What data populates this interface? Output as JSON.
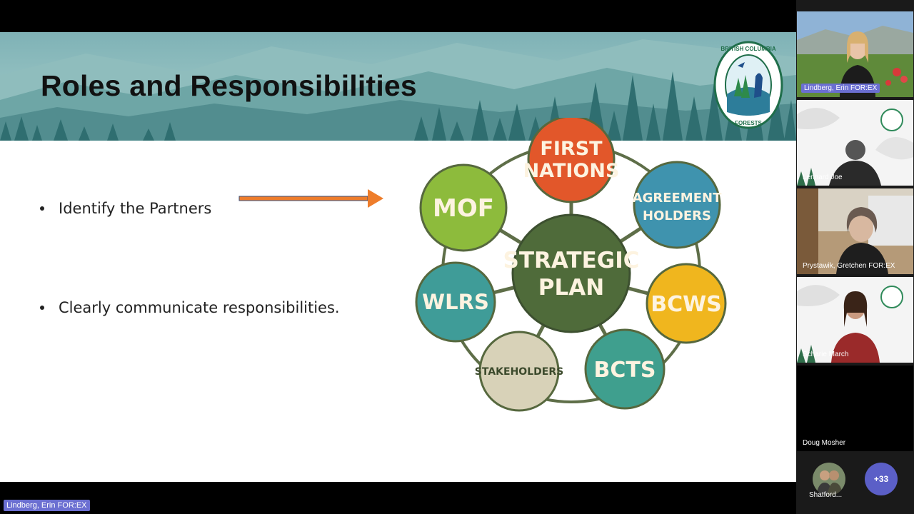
{
  "slide": {
    "title": "Roles and Responsibilities",
    "bullets": [
      "Identify the Partners",
      "Clearly communicate responsibilities."
    ],
    "logo": {
      "top_text": "BRITISH COLUMBIA",
      "bottom_text": "FORESTS"
    }
  },
  "diagram": {
    "center": [
      "STRATEGIC",
      "PLAN"
    ],
    "nodes": {
      "first_nations": [
        "FIRST",
        "NATIONS"
      ],
      "agreement_holders": [
        "AGREEMENT",
        "HOLDERS"
      ],
      "bcws": "BCWS",
      "bcts": "BCTS",
      "stakeholders": "STAKEHOLDERS",
      "wlrs": "WLRS",
      "mof": "MOF"
    },
    "colors": {
      "center": "#4f6b3a",
      "first_nations": "#e2572a",
      "agreement_holders": "#3f93ae",
      "bcws": "#f0b61e",
      "bcts": "#3f9f8e",
      "stakeholders": "#d8d2b8",
      "wlrs": "#3f9c98",
      "mof": "#8dbb3c",
      "ring": "#5e6e48"
    }
  },
  "presenter": {
    "name": "Lindberg, Erin FOR:EX"
  },
  "participants": [
    {
      "name": "Lindberg, Erin FOR:EX",
      "active": true
    },
    {
      "name": "Lennard Joe"
    },
    {
      "name": "Prystawik, Gretchen FOR:EX"
    },
    {
      "name": "Scharie March"
    },
    {
      "name": "Doug Mosher"
    }
  ],
  "overflow": {
    "mini_name": "Shatford...",
    "more_count": "+33"
  }
}
